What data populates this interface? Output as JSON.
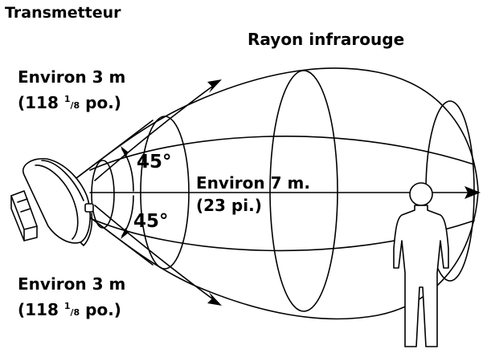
{
  "labels": {
    "transmitter": "Transmetteur",
    "beam": "Rayon infrarouge",
    "side_top": {
      "line1": "Environ 3 m",
      "line2_int": "(118",
      "line2_num": "1",
      "line2_den": "/8",
      "line2_unit": " po.)"
    },
    "side_bottom": {
      "line1": "Environ 3 m",
      "line2_int": "(118",
      "line2_num": "1",
      "line2_den": "/8",
      "line2_unit": " po.)"
    },
    "center": {
      "line1": "Environ 7 m.",
      "line2": "(23 pi.)"
    },
    "angle_top": "45°",
    "angle_bottom": "45°"
  },
  "colors": {
    "stroke": "#000000",
    "background": "#ffffff"
  },
  "icons": [
    "transmitter-device-icon",
    "person-silhouette-icon"
  ]
}
